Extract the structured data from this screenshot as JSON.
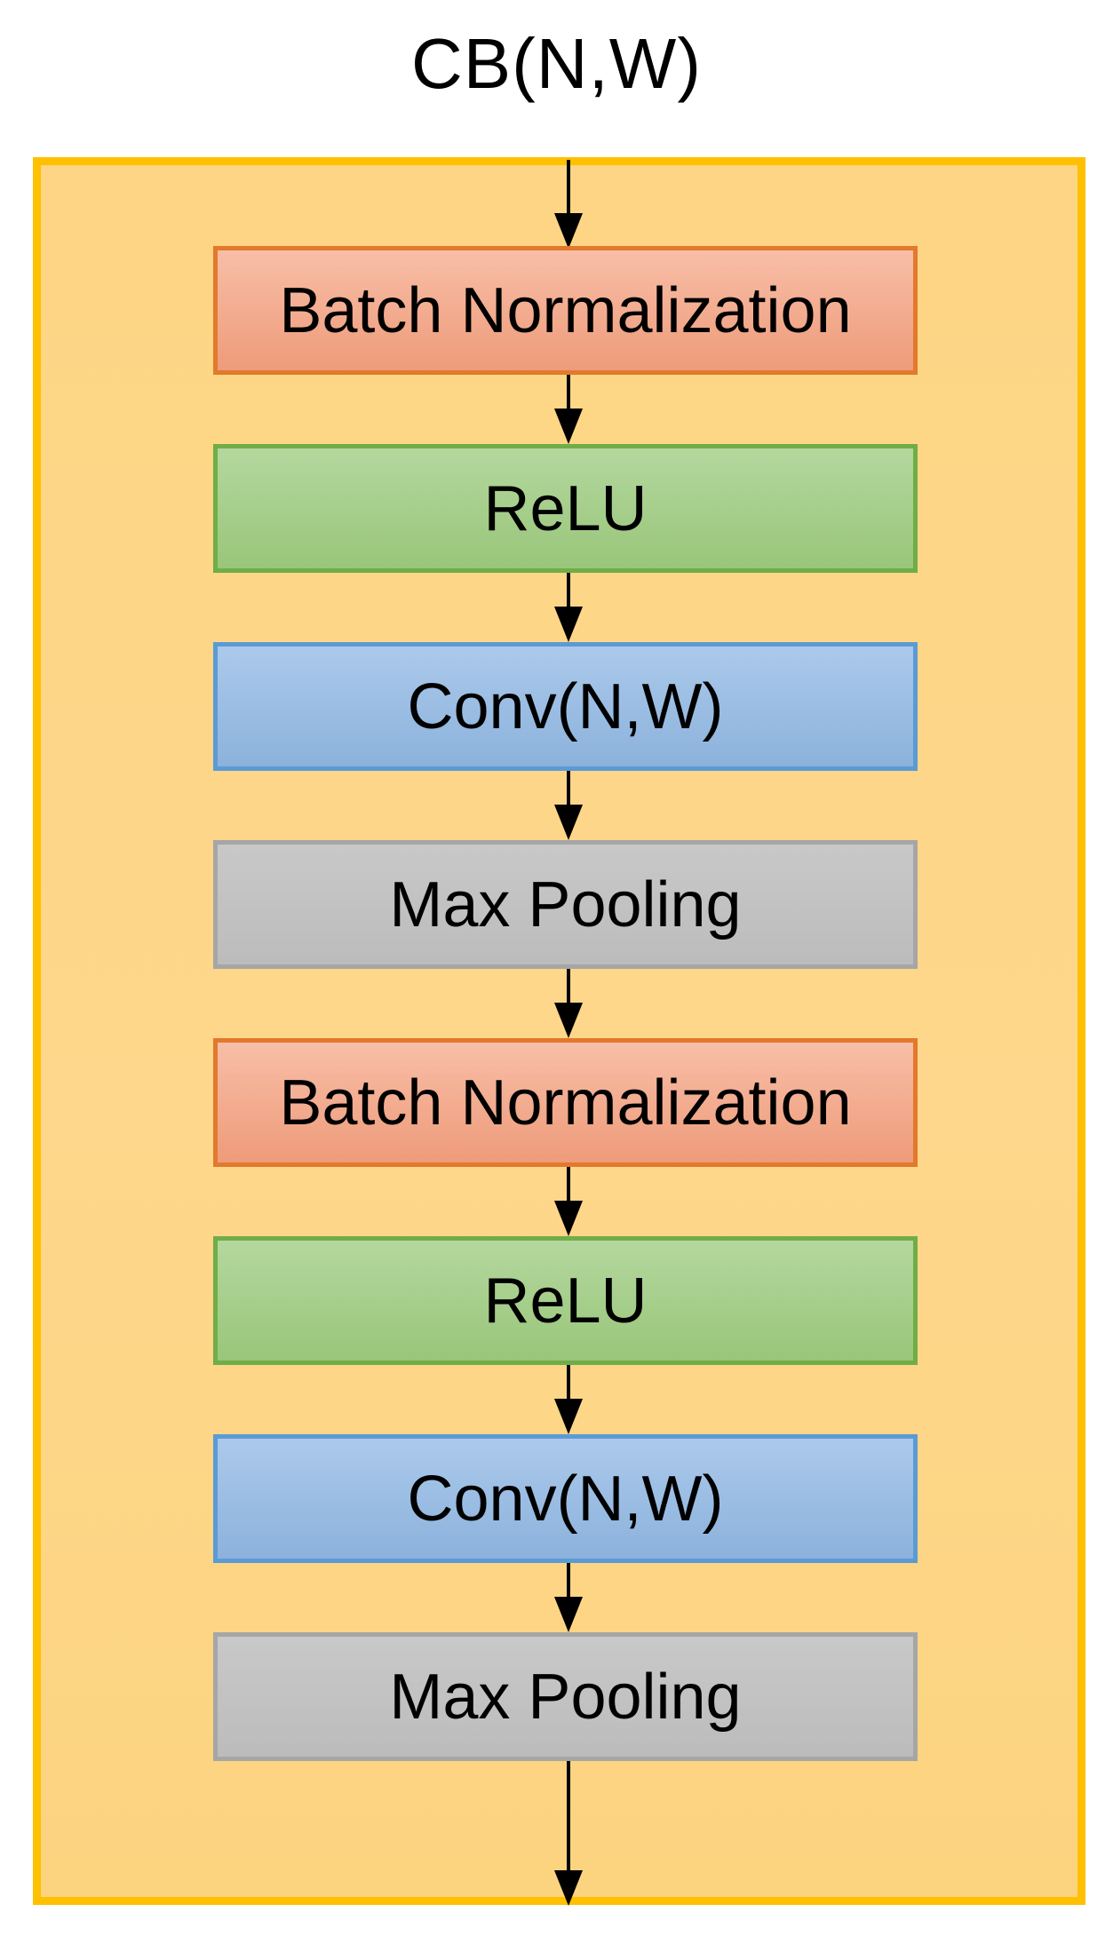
{
  "diagram": {
    "title": "CB(N,W)",
    "blocks": [
      {
        "label": "Batch Normalization",
        "type": "batch-norm"
      },
      {
        "label": "ReLU",
        "type": "relu"
      },
      {
        "label": "Conv(N,W)",
        "type": "conv"
      },
      {
        "label": "Max Pooling",
        "type": "max-pool"
      },
      {
        "label": "Batch Normalization",
        "type": "batch-norm"
      },
      {
        "label": "ReLU",
        "type": "relu"
      },
      {
        "label": "Conv(N,W)",
        "type": "conv"
      },
      {
        "label": "Max Pooling",
        "type": "max-pool"
      }
    ],
    "colors": {
      "container_border": "#FFC000",
      "container_fill": "#FDD584",
      "batch_norm_border": "#E2792D",
      "batch_norm_fill": "#F2AC8F",
      "relu_border": "#70AD47",
      "relu_fill": "#A7CF8C",
      "conv_border": "#5B9BD5",
      "conv_fill": "#9CBEE4",
      "max_pool_border": "#A6A6A6",
      "max_pool_fill": "#C2C2C2",
      "arrow": "#000000",
      "text": "#000000",
      "background": "#FFFFFF"
    }
  }
}
